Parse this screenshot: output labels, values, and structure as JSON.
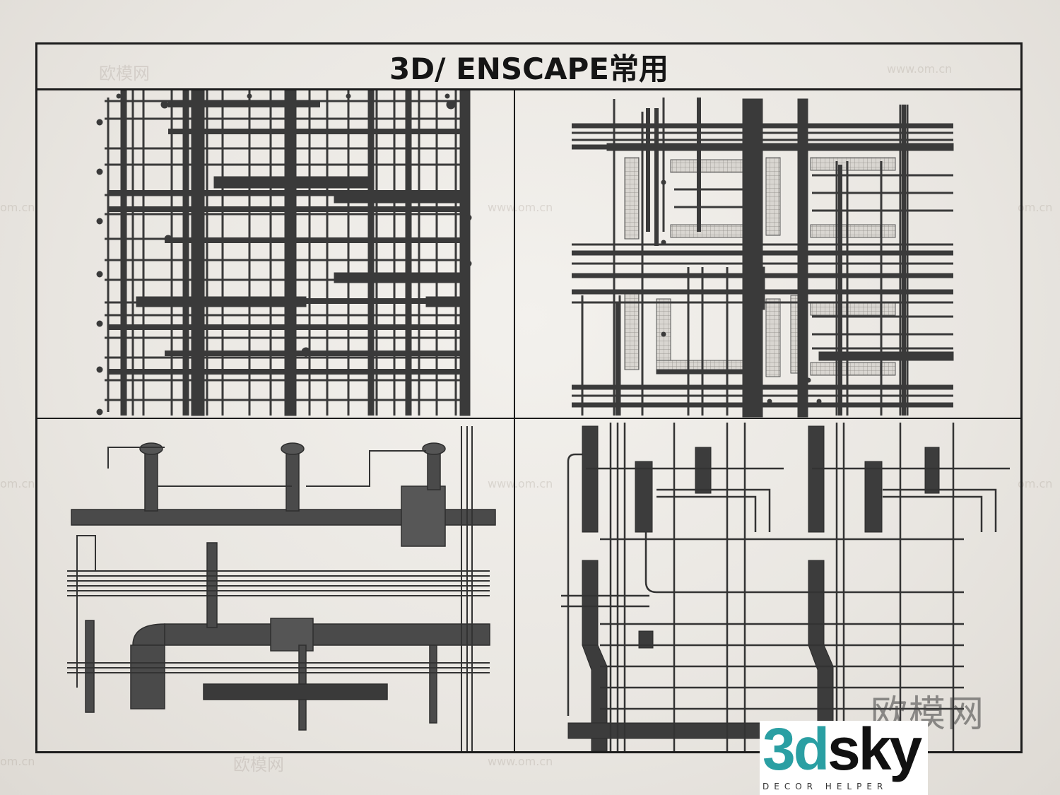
{
  "title": "3D/ ENSCAPE常用",
  "panels": [
    {
      "name": "panel-top-left",
      "subject": "pipe-grid"
    },
    {
      "name": "panel-top-right",
      "subject": "pipe-grid-with-cable-trays"
    },
    {
      "name": "panel-bottom-left",
      "subject": "ducts-and-pipes"
    },
    {
      "name": "panel-bottom-right",
      "subject": "vertical-ducts-and-pipes"
    }
  ],
  "watermarks": {
    "cn": "欧模网",
    "url": "www.om.cn",
    "url_short": "om.cn"
  },
  "logo": {
    "part1": "3d",
    "part2": "sky",
    "tagline": "DECOR HELPER"
  },
  "colors": {
    "pipe": "#3a3a3a",
    "frame": "#1c1c1c",
    "background": "#ebe8e3",
    "logo_teal": "#2a9fa3"
  }
}
